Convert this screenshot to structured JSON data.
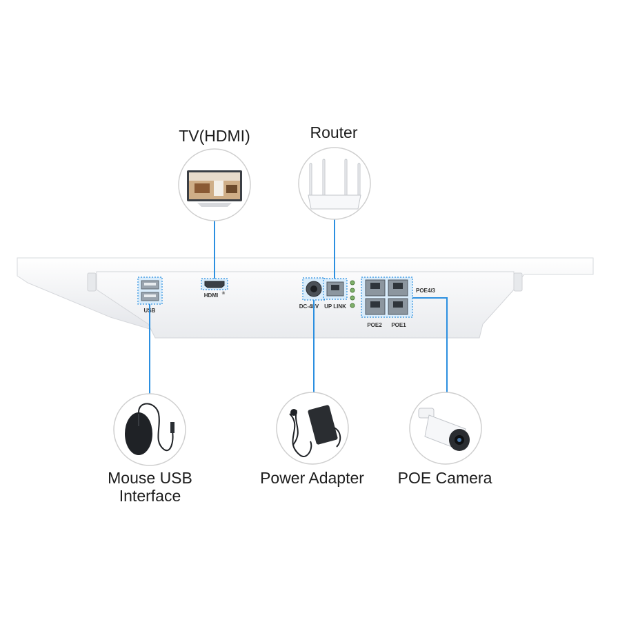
{
  "devices": {
    "tv": {
      "label": "TV(HDMI)",
      "icon": "tv-icon"
    },
    "router": {
      "label": "Router",
      "icon": "router-icon"
    },
    "mouse": {
      "label_line1": "Mouse USB",
      "label_line2": "Interface",
      "icon": "mouse-icon"
    },
    "power": {
      "label": "Power Adapter",
      "icon": "power-adapter-icon"
    },
    "camera": {
      "label": "POE Camera",
      "icon": "poe-camera-icon"
    }
  },
  "nvr_ports": {
    "usb": "USB",
    "hdmi": "HDMI",
    "hdmi_mark": "®",
    "dc": "DC-48V",
    "uplink": "UP LINK",
    "poe43": "POE4/3",
    "poe2": "POE2",
    "poe1": "POE1"
  },
  "colors": {
    "accent": "#2b8fe0",
    "device_body": "#f4f5f7",
    "ring": "#cfcfcf"
  }
}
